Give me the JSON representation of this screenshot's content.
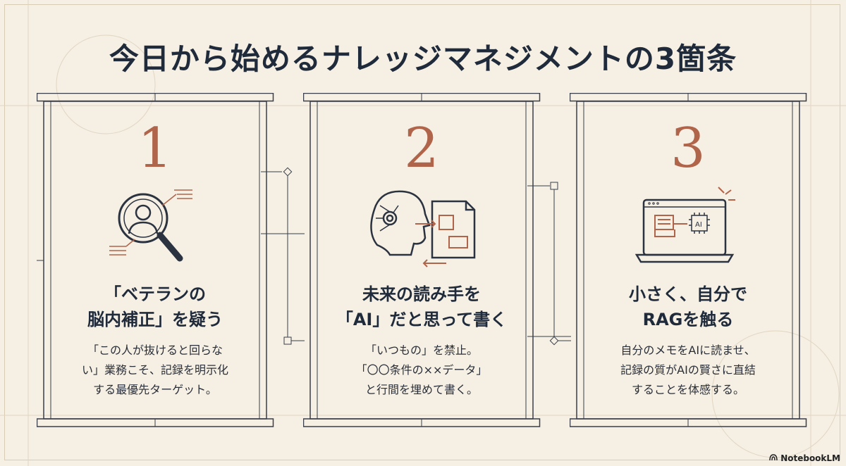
{
  "title": "今日から始めるナレッジマネジメントの3箇条",
  "cards": [
    {
      "number": "1",
      "icon": "magnifier-person-icon",
      "heading": [
        "「ベテランの",
        "脳内補正」を疑う"
      ],
      "body": [
        "「この人が抜けると回らな",
        "い」業務こそ、記録を明示化",
        "する最優先ターゲット。"
      ]
    },
    {
      "number": "2",
      "icon": "ai-head-document-icon",
      "heading": [
        "未来の読み手を",
        "「AI」だと思って書く"
      ],
      "body": [
        "「いつもの」を禁止。",
        "「〇〇条件の××データ」",
        "と行間を埋めて書く。"
      ]
    },
    {
      "number": "3",
      "icon": "laptop-ai-chip-icon",
      "heading": [
        "小さく、自分で",
        "RAGを触る"
      ],
      "body": [
        "自分のメモをAIに読ませ、",
        "記録の質がAIの賢さに直結",
        "することを体感する。"
      ]
    }
  ],
  "brand": "NotebookLM",
  "colors": {
    "accent": "#b0654a",
    "ink": "#1f2a3a",
    "background": "#f5efe4",
    "frame": "#3a3f4a"
  }
}
